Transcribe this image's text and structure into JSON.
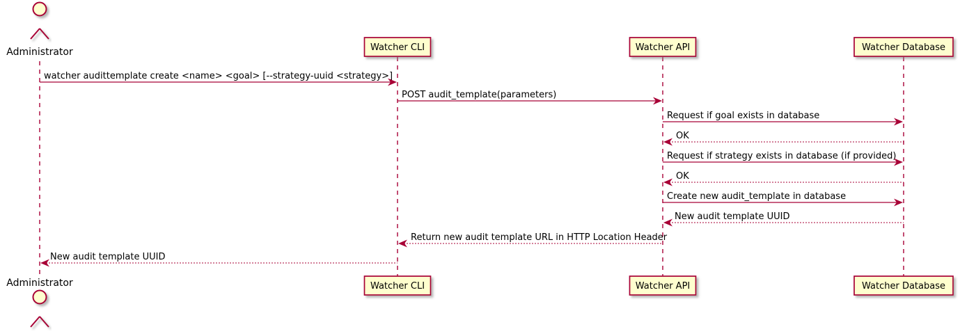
{
  "diagram": {
    "kind": "sequence-diagram",
    "background": "#FFFFFF",
    "colors": {
      "participant_fill": "#FEFECE",
      "participant_border": "#A80036",
      "lifeline": "#A80036",
      "arrow": "#A80036",
      "text": "#000000",
      "shadow": "#888888"
    },
    "participants": [
      {
        "id": "administrator",
        "label": "Administrator",
        "type": "actor"
      },
      {
        "id": "watcher-cli",
        "label": "Watcher CLI",
        "type": "participant"
      },
      {
        "id": "watcher-api",
        "label": "Watcher API",
        "type": "participant"
      },
      {
        "id": "watcher-database",
        "label": "Watcher Database",
        "type": "participant"
      }
    ],
    "messages": [
      {
        "from": "Administrator",
        "to": "Watcher CLI",
        "line": "solid",
        "label": "watcher audittemplate create <name> <goal> [--strategy-uuid <strategy>]"
      },
      {
        "from": "Watcher CLI",
        "to": "Watcher API",
        "line": "solid",
        "label": "POST audit_template(parameters)"
      },
      {
        "from": "Watcher API",
        "to": "Watcher Database",
        "line": "solid",
        "label": "Request if goal exists in database"
      },
      {
        "from": "Watcher Database",
        "to": "Watcher API",
        "line": "dashed",
        "label": "OK"
      },
      {
        "from": "Watcher API",
        "to": "Watcher Database",
        "line": "solid",
        "label": "Request if strategy exists in database (if provided)"
      },
      {
        "from": "Watcher Database",
        "to": "Watcher API",
        "line": "dashed",
        "label": "OK"
      },
      {
        "from": "Watcher API",
        "to": "Watcher Database",
        "line": "solid",
        "label": "Create new audit_template in database"
      },
      {
        "from": "Watcher Database",
        "to": "Watcher API",
        "line": "dashed",
        "label": "New audit template UUID"
      },
      {
        "from": "Watcher API",
        "to": "Watcher CLI",
        "line": "dashed",
        "label": "Return new audit template URL in HTTP Location Header"
      },
      {
        "from": "Watcher CLI",
        "to": "Administrator",
        "line": "dashed",
        "label": "New audit template UUID"
      }
    ]
  }
}
